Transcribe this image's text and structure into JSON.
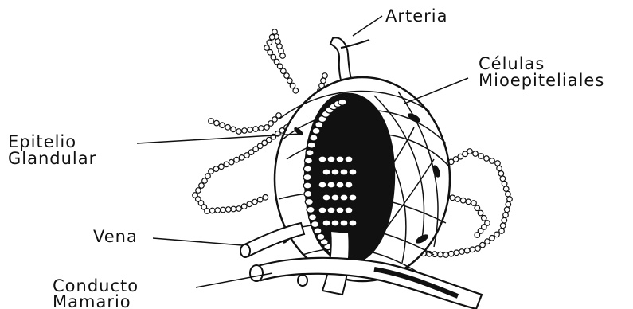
{
  "labels": {
    "arteria": "Arteria",
    "celulas_line1": "Células",
    "celulas_line2": "Mioepiteliales",
    "epitelio_line1": "Epitelio",
    "epitelio_line2": "Glandular",
    "vena": "Vena",
    "conducto_line1": "Conducto",
    "conducto_line2": "Mamario"
  },
  "colors": {
    "ink": "#111111",
    "background": "#ffffff"
  }
}
